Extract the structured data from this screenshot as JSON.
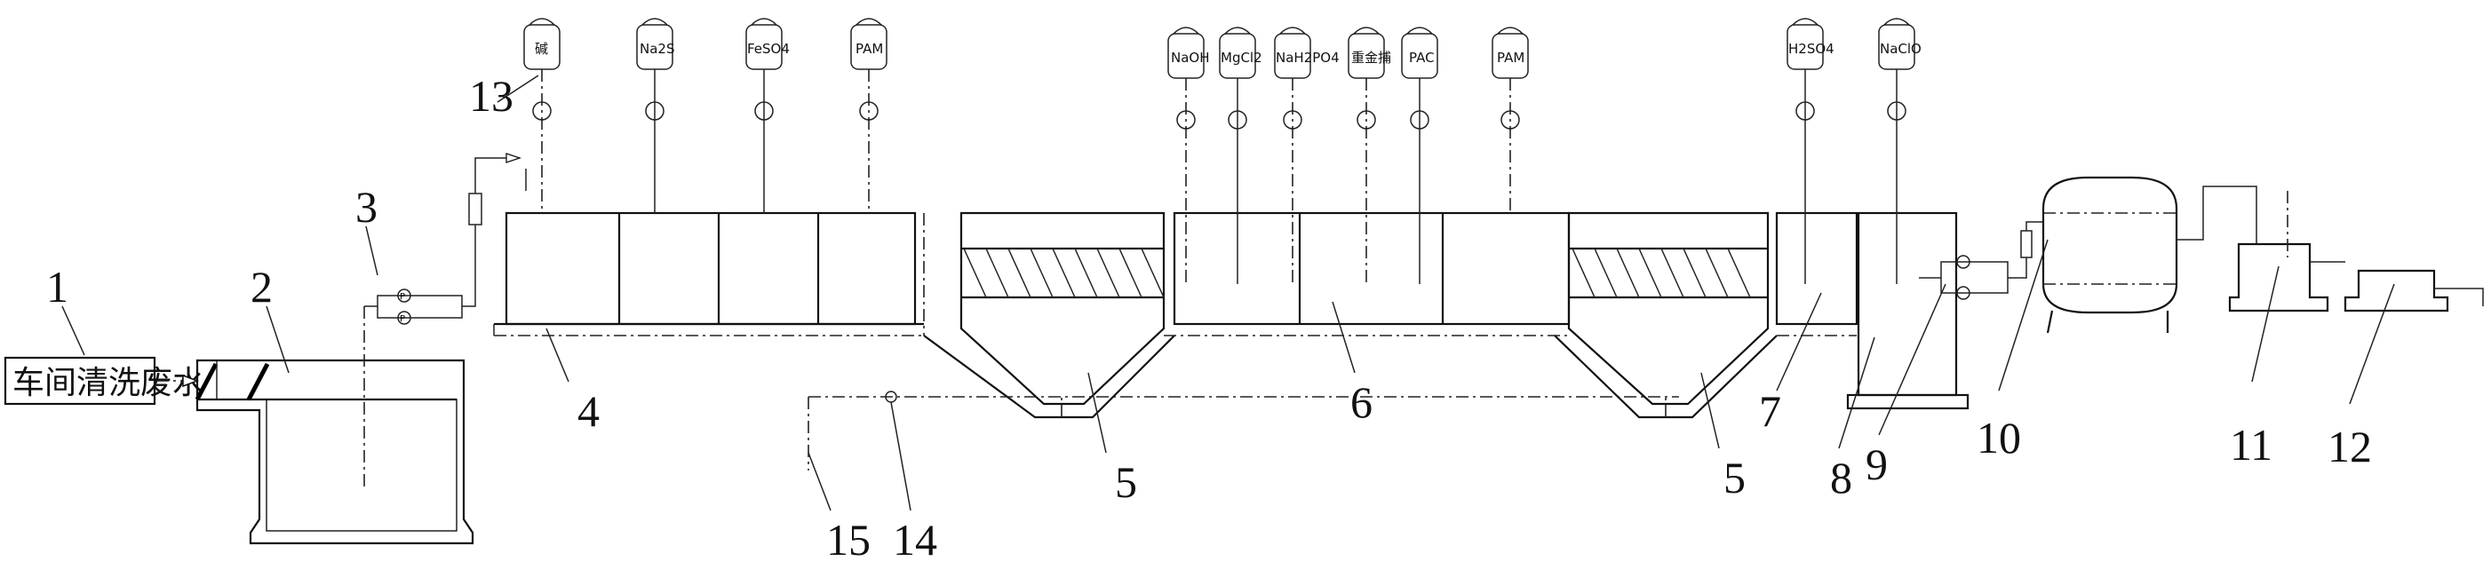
{
  "diagram": {
    "title": "Workshop cleaning wastewater treatment process flow",
    "source_box": "车间清洗废水",
    "reagent_tanks": [
      {
        "id": 13,
        "label": "碱"
      },
      {
        "label": "Na2S"
      },
      {
        "label": "FeSO4"
      },
      {
        "label": "PAM"
      },
      {
        "label": "NaOH"
      },
      {
        "label": "MgCl2"
      },
      {
        "label": "NaH2PO4"
      },
      {
        "label": "重金捕"
      },
      {
        "label": "PAC"
      },
      {
        "label": "PAM"
      },
      {
        "label": "H2SO4"
      },
      {
        "label": "NaClO"
      }
    ],
    "callouts": [
      "1",
      "2",
      "3",
      "4",
      "5",
      "6",
      "5",
      "7",
      "8",
      "9",
      "10",
      "11",
      "12",
      "13",
      "14",
      "15"
    ],
    "pump_symbol": "P"
  }
}
